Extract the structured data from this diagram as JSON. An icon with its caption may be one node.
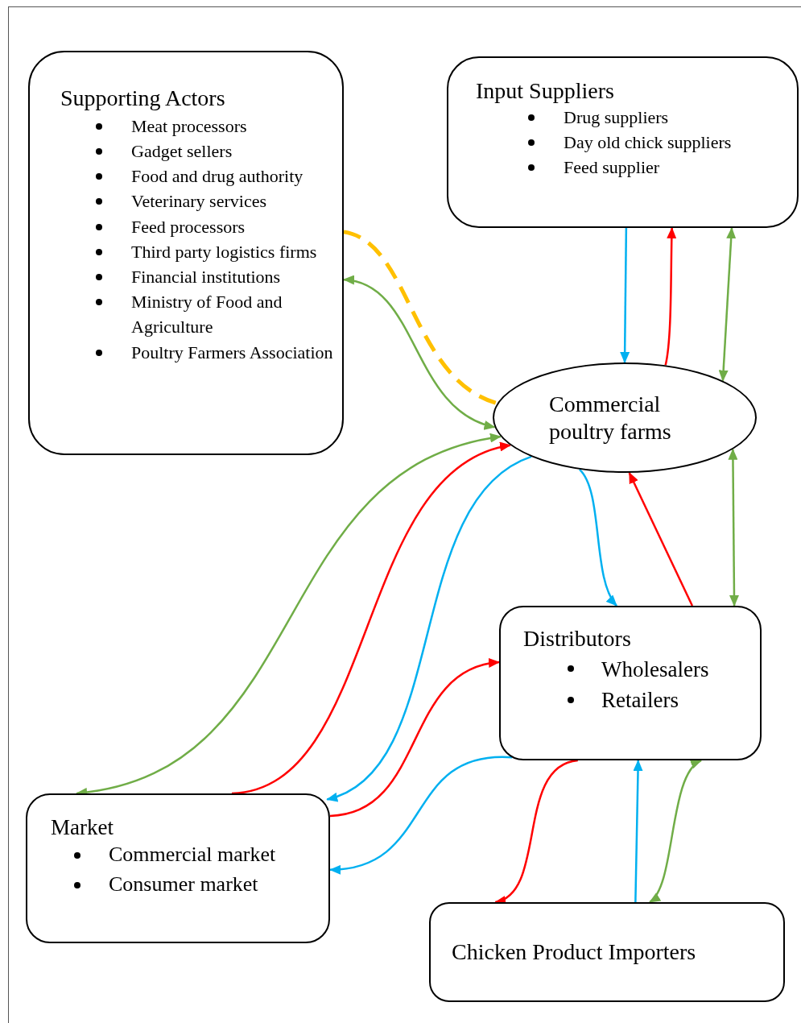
{
  "diagram": {
    "nodes": [
      {
        "text": [
          "Supporting Actors",
          "Meat processors",
          "Gadget sellers",
          "Food and drug authority",
          "Veterinary services",
          "Feed processors",
          "Third party logistics firms",
          "Financial institutions",
          "Ministry of Food and Agriculture",
          "Poultry Farmers Association"
        ]
      },
      {
        "text": [
          "Input Suppliers",
          "Drug suppliers",
          "Day old chick suppliers",
          "Feed supplier"
        ]
      },
      {
        "text": [
          "Commercial poultry farms"
        ]
      },
      {
        "text": [
          "Distributors",
          "Wholesalers",
          "Retailers"
        ]
      },
      {
        "text": [
          "Market",
          "Commercial market",
          "Consumer market"
        ]
      },
      {
        "text": [
          "Chicken Product Importers"
        ]
      }
    ],
    "edges": [
      {
        "from": 0,
        "to": 2,
        "arrow": "none",
        "style": "dashed",
        "color": "#ffc000"
      },
      {
        "from": 0,
        "to": 2,
        "arrow": "both",
        "color": "#70ad47"
      },
      {
        "from": 1,
        "to": 2,
        "arrow": "to",
        "color": "#00b0f0"
      },
      {
        "from": 2,
        "to": 1,
        "arrow": "to",
        "color": "#ff0000"
      },
      {
        "from": 1,
        "to": 2,
        "arrow": "both",
        "color": "#70ad47"
      },
      {
        "from": 2,
        "to": 4,
        "arrow": "both",
        "color": "#70ad47"
      },
      {
        "from": 4,
        "to": 2,
        "arrow": "to",
        "color": "#ff0000"
      },
      {
        "from": 2,
        "to": 4,
        "arrow": "to",
        "color": "#00b0f0"
      },
      {
        "from": 2,
        "to": 3,
        "arrow": "to",
        "color": "#00b0f0"
      },
      {
        "from": 3,
        "to": 2,
        "arrow": "to",
        "color": "#ff0000"
      },
      {
        "from": 2,
        "to": 3,
        "arrow": "both",
        "color": "#70ad47"
      },
      {
        "from": 4,
        "to": 3,
        "arrow": "to",
        "color": "#ff0000"
      },
      {
        "from": 3,
        "to": 4,
        "arrow": "to",
        "color": "#00b0f0"
      },
      {
        "from": 3,
        "to": 5,
        "arrow": "to",
        "color": "#ff0000"
      },
      {
        "from": 5,
        "to": 3,
        "arrow": "to",
        "color": "#00b0f0"
      },
      {
        "from": 3,
        "to": 5,
        "arrow": "both",
        "color": "#70ad47"
      }
    ]
  }
}
